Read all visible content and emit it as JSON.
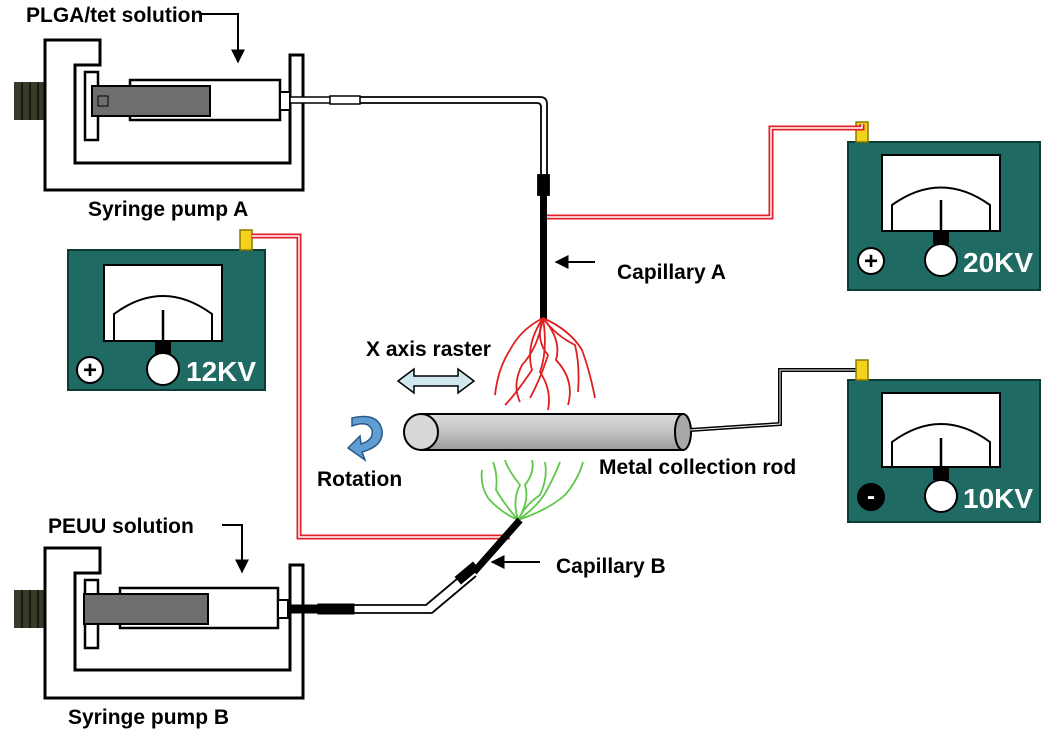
{
  "labels": {
    "plga_solution": "PLGA/tet solution",
    "syringe_pump_a": "Syringe pump A",
    "capillary_a": "Capillary A",
    "x_axis_raster": "X axis raster",
    "rotation": "Rotation",
    "metal_collection_rod": "Metal collection rod",
    "peuu_solution": "PEUU solution",
    "capillary_b": "Capillary B",
    "syringe_pump_b": "Syringe pump B"
  },
  "power_supplies": {
    "a": {
      "voltage": "20KV",
      "polarity": "+"
    },
    "b": {
      "voltage": "12KV",
      "polarity": "+"
    },
    "c": {
      "voltage": "10KV",
      "polarity": "-"
    }
  },
  "colors": {
    "power_supply_body": "#1f6b63",
    "terminal": "#f2d21a",
    "high_voltage_wire": "#e0202a",
    "fiber_a": "#e02020",
    "fiber_b": "#5ec84a",
    "rod": "#c4c4c4",
    "raster_arrow": "#cfe7ee",
    "rotation_arrow": "#5f9ed3"
  }
}
